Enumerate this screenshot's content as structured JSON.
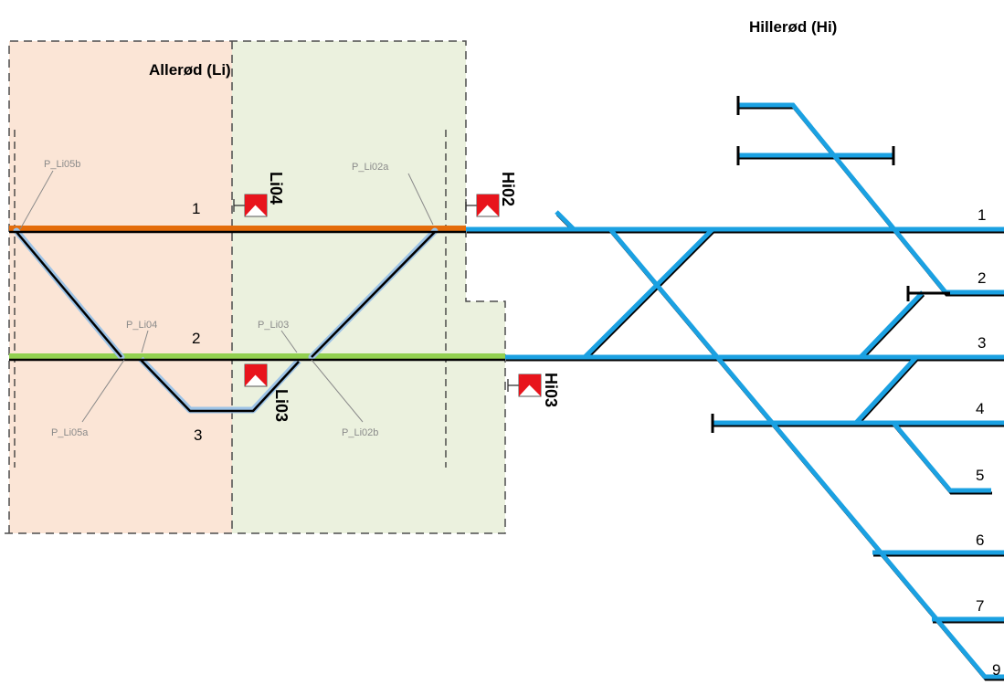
{
  "stations": {
    "allerod": "Allerød (Li)",
    "hillerod": "Hillerød (Hi)"
  },
  "allerod_tracks": {
    "t1": "1",
    "t2": "2",
    "t3": "3"
  },
  "hillerod_tracks": {
    "t1": "1",
    "t2": "2",
    "t3": "3",
    "t4": "4",
    "t5": "5",
    "t6": "6",
    "t7": "7",
    "t9": "9"
  },
  "points": {
    "li05b": "P_Li05b",
    "li02a": "P_Li02a",
    "li04": "P_Li04",
    "li03": "P_Li03",
    "li05a": "P_Li05a",
    "li02b": "P_Li02b"
  },
  "signals": {
    "li04": "Li04",
    "hi02": "Hi02",
    "li03": "Li03",
    "hi03": "Hi03"
  },
  "colors": {
    "area_left": "#fbe5d6",
    "area_right": "#ebf1de",
    "track1_allerod": "#e46c0a",
    "track2_allerod": "#92d050",
    "loop_allerod": "#9dc3e6",
    "hillerod_track": "#1ba1e2",
    "signal_red": "#e8141c"
  }
}
